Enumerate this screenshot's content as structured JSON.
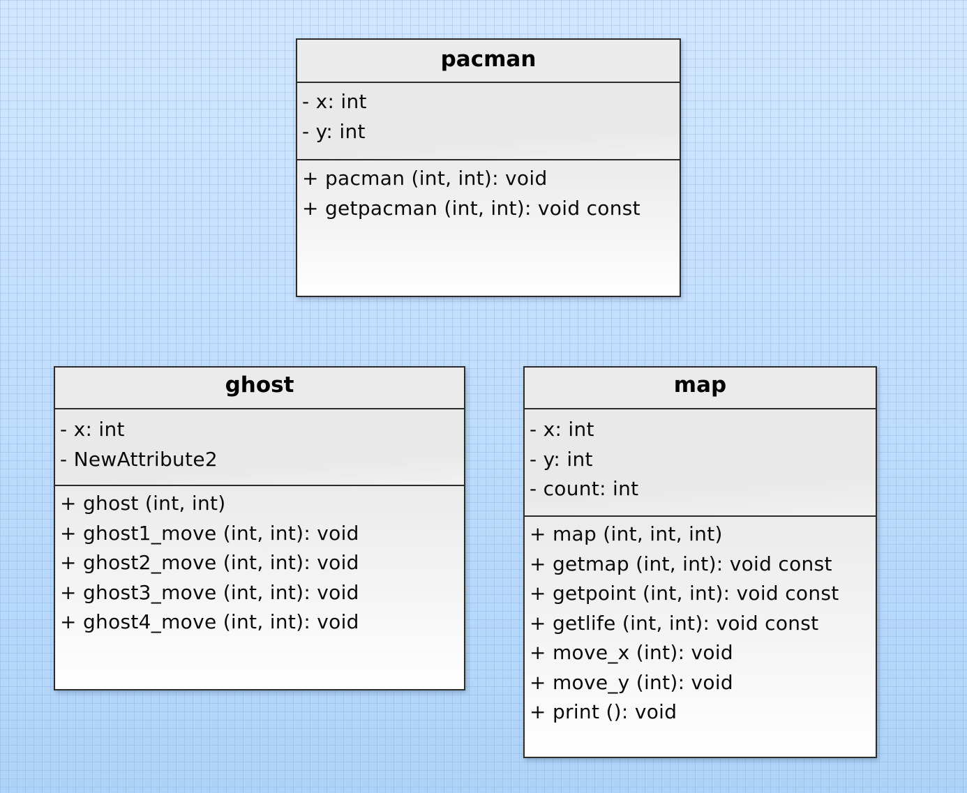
{
  "diagram": {
    "classes": [
      {
        "name": "pacman",
        "attributes": [
          "- x: int",
          "- y: int"
        ],
        "operations": [
          "+ pacman (int, int): void",
          "+ getpacman (int, int): void const"
        ]
      },
      {
        "name": "ghost",
        "attributes": [
          "- x: int",
          "- NewAttribute2"
        ],
        "operations": [
          "+ ghost (int, int)",
          "+ ghost1_move (int, int): void",
          "+ ghost2_move (int, int): void",
          "+ ghost3_move (int, int): void",
          "+ ghost4_move (int, int): void"
        ]
      },
      {
        "name": "map",
        "attributes": [
          "- x: int",
          "- y: int",
          "- count: int"
        ],
        "operations": [
          "+ map (int, int, int)",
          "+ getmap (int, int): void const",
          "+ getpoint (int, int): void const",
          "+ getlife (int, int): void const",
          "+ move_x (int): void",
          "+ move_y (int): void",
          "+ print (): void"
        ]
      }
    ]
  }
}
